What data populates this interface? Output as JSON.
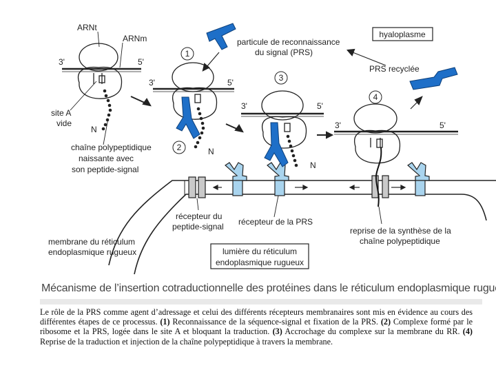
{
  "labels": {
    "arnt": "ARNt",
    "arnm": "ARNm",
    "hyaloplasme": "hyaloplasme",
    "prs_line1": "particule de reconnaissance",
    "prs_line2": "du signal (PRS)",
    "prs_recyclee": "PRS recyclée",
    "site_a_line1": "site A",
    "site_a_line2": "vide",
    "n": "N",
    "chain_line1": "chaîne polypeptidique",
    "chain_line2": "naissante avec",
    "chain_line3": "son peptide-signal",
    "recept_pep_line1": "récepteur du",
    "recept_pep_line2": "peptide-signal",
    "recept_prs": "récepteur de la PRS",
    "reprise_line1": "reprise de la synthèse de la",
    "reprise_line2": "chaîne polypeptidique",
    "membrane_line1": "membrane du réticulum",
    "membrane_line2": "endoplasmique rugueux",
    "lumiere_line1": "lumière du réticulum",
    "lumiere_line2": "endoplasmique rugueux",
    "three_prime": "3'",
    "five_prime": "5'"
  },
  "steps": [
    "1",
    "2",
    "3",
    "4"
  ],
  "title": "Mécanisme de l’insertion cotraductionnelle des protéines dans le réticulum endoplasmique rugueux",
  "caption": {
    "intro": "Le rôle de la PRS comme agent d’adressage et celui des différents récepteurs membranaires sont mis en évidence au cours des différentes étapes de ce processus. ",
    "s1_num": "(1)",
    "s1": " Reconnaissance de la séquence-signal et fixation de la PRS. ",
    "s2_num": "(2)",
    "s2": " Complexe formé par le ribosome et la PRS, logée dans le site A et bloquant la traduction. ",
    "s3_num": "(3)",
    "s3": " Accrochage du complexe sur la membrane du RR. ",
    "s4_num": "(4)",
    "s4": " Reprise de la traduction et injection de la chaîne polypeptidique à travers la membrane."
  },
  "colors": {
    "prs_blue": "#1e6fc8",
    "receptor_blue": "#a9d4ee",
    "receptor_gray": "#c9c9c9",
    "ink": "#222222"
  }
}
